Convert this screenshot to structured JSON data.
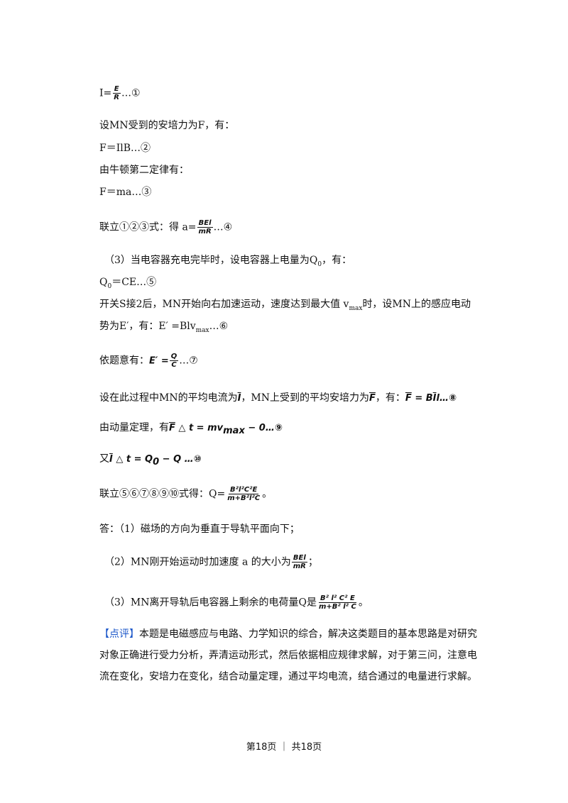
{
  "eq1": {
    "lhs": "I=",
    "num": "E",
    "den": "R",
    "tag": "…①"
  },
  "l2": "设MN受到的安培力为F，有：",
  "l3": "F＝IlB…②",
  "l4": "由牛顿第二定律有：",
  "l5": "F＝ma…③",
  "l6": {
    "pre": "联立①②③式：得 a=",
    "num": "BEl",
    "den": "mR",
    "tag": "…④"
  },
  "l7": "（3）当电容器充电完毕时，设电容器上电量为Q",
  "l7_sub": "0",
  "l7_post": "，有：",
  "l8": {
    "a": "Q",
    "sub": "0",
    "b": "＝CE…⑤"
  },
  "l9": {
    "a": "开关S接2后，MN开始向右加速运动，速度达到最大值 v",
    "sub": "max",
    "b": "时，设MN上的感应电动"
  },
  "l10": {
    "a": "势为E′，有：E′ =Blv",
    "sub": "max",
    "b": "…⑥"
  },
  "l11": {
    "pre": "依题意有：",
    "e": "E′ =",
    "num": "Q",
    "den": "C",
    "tag": "…⑦"
  },
  "l12": {
    "a": "设在此过程中MN的平均电流为",
    "ibar": "I",
    "b": "，MN上受到的平均安培力为",
    "fbar": "F",
    "c": "，有：",
    "eqF": "F",
    "eqrest": " = B",
    "eqI": "I",
    "eqtail": "l…⑧"
  },
  "l13": {
    "a": "由动量定理，有",
    "fbar": "F",
    "b": " △ t = mv",
    "sub": "max",
    "c": " − 0…⑨"
  },
  "l14": {
    "a": "又",
    "ibar": "I",
    "b": " △ t = Q",
    "sub": "0",
    "c": " − Q …⑩"
  },
  "l15": {
    "pre": "联立⑤⑥⑦⑧⑨⑩式得：Q=",
    "num": "B²l²C²E",
    "den": "m+B²l²C",
    "post": "。"
  },
  "l16": "答：（1）磁场的方向为垂直于导轨平面向下；",
  "l17": {
    "pre": "（2）MN刚开始运动时加速度 a 的大小为",
    "num": "BEl",
    "den": "mR",
    "post": "；"
  },
  "l18": {
    "pre": "（3）MN离开导轨后电容器上剩余的电荷量Q是",
    "num": "B² l² C² E",
    "den": "m+B² l² C",
    "post": "。"
  },
  "comment": {
    "tag": "【点评】",
    "text": "本题是电磁感应与电路、力学知识的综合，解决这类题目的基本思路是对研究对象正确进行受力分析，弄清运动形式，然后依据相应规律求解，对于第三问，注意电流在变化，安培力在变化，结合动量定理，通过平均电流，结合通过的电量进行求解。"
  },
  "footer": "第18页 ｜ 共18页",
  "colors": {
    "comment_tag": "#1a56c9"
  }
}
